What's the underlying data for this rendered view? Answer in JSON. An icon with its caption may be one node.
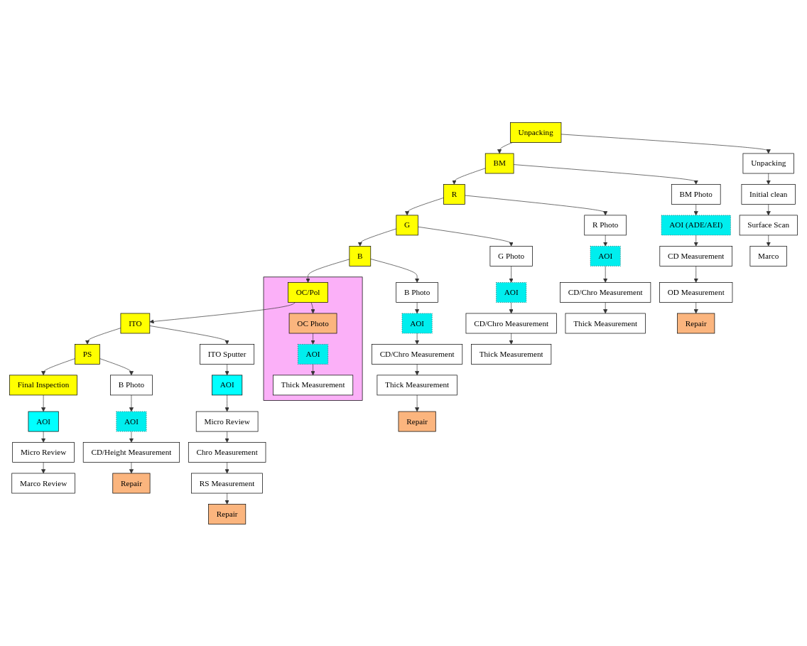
{
  "diagram": {
    "nodes": [
      {
        "text": [
          "Unpacking"
        ]
      },
      {
        "text": [
          "Unpacking"
        ]
      },
      {
        "text": [
          "Initial clean"
        ]
      },
      {
        "text": [
          "Surface Scan"
        ]
      },
      {
        "text": [
          "Marco"
        ]
      },
      {
        "text": [
          "BM"
        ]
      },
      {
        "text": [
          "BM Photo"
        ]
      },
      {
        "text": [
          "AOI (ADE/AEI)"
        ]
      },
      {
        "text": [
          "CD Measurement"
        ]
      },
      {
        "text": [
          "OD Measurement"
        ]
      },
      {
        "text": [
          "Repair"
        ]
      },
      {
        "text": [
          "R"
        ]
      },
      {
        "text": [
          "R Photo"
        ]
      },
      {
        "text": [
          "AOI"
        ]
      },
      {
        "text": [
          "CD/Chro Measurement"
        ]
      },
      {
        "text": [
          "Thick Measurement"
        ]
      },
      {
        "text": [
          "G"
        ]
      },
      {
        "text": [
          "G Photo"
        ]
      },
      {
        "text": [
          "AOI"
        ]
      },
      {
        "text": [
          "CD/Chro Measurement"
        ]
      },
      {
        "text": [
          "Thick Measurement"
        ]
      },
      {
        "text": [
          "B"
        ]
      },
      {
        "text": [
          "B Photo"
        ]
      },
      {
        "text": [
          "AOI"
        ]
      },
      {
        "text": [
          "CD/Chro Measurement"
        ]
      },
      {
        "text": [
          "Thick Measurement"
        ]
      },
      {
        "text": [
          "Repair"
        ]
      },
      {
        "text": [],
        "shape": "band"
      },
      {
        "text": [
          "OC/Pol"
        ],
        "in": 27
      },
      {
        "text": [
          "OC Photo"
        ],
        "in": 27
      },
      {
        "text": [
          "AOI"
        ],
        "in": 27
      },
      {
        "text": [
          "Thick Measurement"
        ],
        "in": 27
      },
      {
        "text": [
          "ITO"
        ]
      },
      {
        "text": [
          "ITO Sputter"
        ]
      },
      {
        "text": [
          "AOI"
        ]
      },
      {
        "text": [
          "Micro Review"
        ]
      },
      {
        "text": [
          "Chro Measurement"
        ]
      },
      {
        "text": [
          "RS Measurement"
        ]
      },
      {
        "text": [
          "Repair"
        ]
      },
      {
        "text": [
          "PS"
        ]
      },
      {
        "text": [
          "B Photo"
        ]
      },
      {
        "text": [
          "AOI"
        ]
      },
      {
        "text": [
          "CD/Height Measurement"
        ]
      },
      {
        "text": [
          "Repair"
        ]
      },
      {
        "text": [
          "Final Inspection"
        ]
      },
      {
        "text": [
          "AOI"
        ]
      },
      {
        "text": [
          "Micro Review"
        ]
      },
      {
        "text": [
          "Marco Review"
        ]
      }
    ],
    "edges": [
      {
        "from": 0,
        "to": 5,
        "arrow": "to"
      },
      {
        "from": 5,
        "to": 11,
        "arrow": "to"
      },
      {
        "from": 11,
        "to": 16,
        "arrow": "to"
      },
      {
        "from": 16,
        "to": 21,
        "arrow": "to"
      },
      {
        "from": 21,
        "to": 28,
        "arrow": "to"
      },
      {
        "from": 28,
        "to": 32,
        "arrow": "to"
      },
      {
        "from": 32,
        "to": 39,
        "arrow": "to"
      },
      {
        "from": 39,
        "to": 44,
        "arrow": "to"
      },
      {
        "from": 0,
        "to": 1,
        "arrow": "to"
      },
      {
        "from": 1,
        "to": 2,
        "arrow": "to"
      },
      {
        "from": 2,
        "to": 3,
        "arrow": "to"
      },
      {
        "from": 3,
        "to": 4,
        "arrow": "to"
      },
      {
        "from": 5,
        "to": 6,
        "arrow": "to"
      },
      {
        "from": 6,
        "to": 7,
        "arrow": "to"
      },
      {
        "from": 7,
        "to": 8,
        "arrow": "to"
      },
      {
        "from": 8,
        "to": 9,
        "arrow": "to"
      },
      {
        "from": 9,
        "to": 10,
        "arrow": "to"
      },
      {
        "from": 11,
        "to": 12,
        "arrow": "to"
      },
      {
        "from": 12,
        "to": 13,
        "arrow": "to"
      },
      {
        "from": 13,
        "to": 14,
        "arrow": "to"
      },
      {
        "from": 14,
        "to": 15,
        "arrow": "to"
      },
      {
        "from": 16,
        "to": 17,
        "arrow": "to"
      },
      {
        "from": 17,
        "to": 18,
        "arrow": "to"
      },
      {
        "from": 18,
        "to": 19,
        "arrow": "to"
      },
      {
        "from": 19,
        "to": 20,
        "arrow": "to"
      },
      {
        "from": 21,
        "to": 22,
        "arrow": "to"
      },
      {
        "from": 22,
        "to": 23,
        "arrow": "to"
      },
      {
        "from": 23,
        "to": 24,
        "arrow": "to"
      },
      {
        "from": 24,
        "to": 25,
        "arrow": "to"
      },
      {
        "from": 25,
        "to": 26,
        "arrow": "to"
      },
      {
        "from": 28,
        "to": 29,
        "arrow": "to"
      },
      {
        "from": 29,
        "to": 30,
        "arrow": "to"
      },
      {
        "from": 30,
        "to": 31,
        "arrow": "to"
      },
      {
        "from": 32,
        "to": 33,
        "arrow": "to"
      },
      {
        "from": 33,
        "to": 34,
        "arrow": "to"
      },
      {
        "from": 34,
        "to": 35,
        "arrow": "to"
      },
      {
        "from": 35,
        "to": 36,
        "arrow": "to"
      },
      {
        "from": 36,
        "to": 37,
        "arrow": "to"
      },
      {
        "from": 37,
        "to": 38,
        "arrow": "to"
      },
      {
        "from": 39,
        "to": 40,
        "arrow": "to"
      },
      {
        "from": 40,
        "to": 41,
        "arrow": "to"
      },
      {
        "from": 41,
        "to": 42,
        "arrow": "to"
      },
      {
        "from": 42,
        "to": 43,
        "arrow": "to"
      },
      {
        "from": 44,
        "to": 45,
        "arrow": "to"
      },
      {
        "from": 45,
        "to": 46,
        "arrow": "to"
      },
      {
        "from": 46,
        "to": 47,
        "arrow": "to"
      }
    ]
  }
}
